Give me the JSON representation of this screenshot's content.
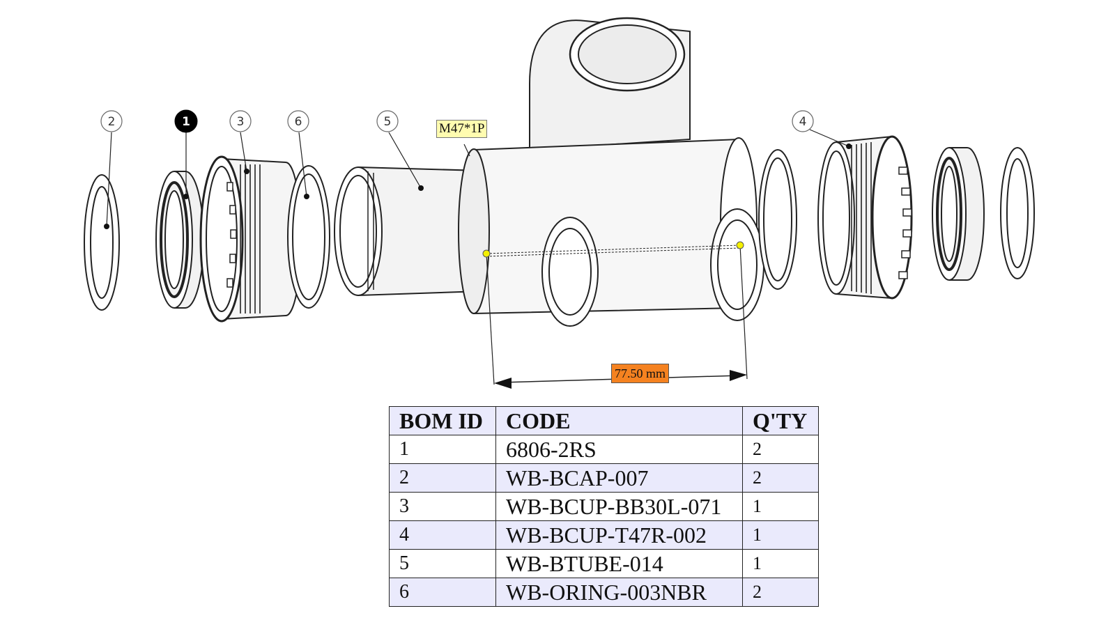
{
  "callouts": {
    "item1": "1",
    "item2": "2",
    "item3": "3",
    "item4": "4",
    "item5": "5",
    "item6": "6"
  },
  "annotations": {
    "thread": "M47*1P",
    "dimension": "77.50 mm"
  },
  "bom": {
    "headers": {
      "id": "BOM ID",
      "code": "CODE",
      "qty": "Q'TY"
    },
    "rows": [
      {
        "id": "1",
        "code": "6806-2RS",
        "qty": "2"
      },
      {
        "id": "2",
        "code": "WB-BCAP-007",
        "qty": "2"
      },
      {
        "id": "3",
        "code": "WB-BCUP-BB30L-071",
        "qty": "1"
      },
      {
        "id": "4",
        "code": "WB-BCUP-T47R-002",
        "qty": "1"
      },
      {
        "id": "5",
        "code": "WB-BTUBE-014",
        "qty": "1"
      },
      {
        "id": "6",
        "code": "WB-ORING-003NBR",
        "qty": "2"
      }
    ]
  },
  "colors": {
    "highlight_callout": "#000000",
    "thread_tag": "#fffcb0",
    "dimension_tag": "#f58220",
    "table_stripe": "#eaeafc",
    "measure_point": "#f4f000"
  }
}
